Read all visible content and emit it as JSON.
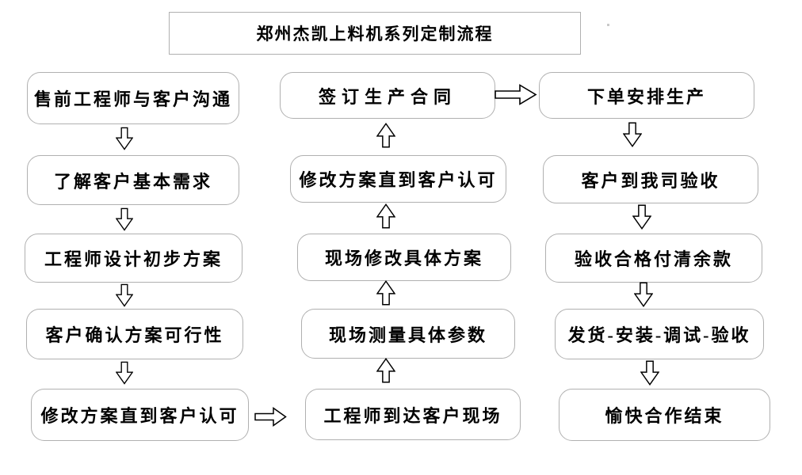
{
  "title": "郑州杰凯上料机系列定制流程",
  "flow": {
    "left": [
      "售前工程师与客户沟通",
      "了解客户基本需求",
      "工程师设计初步方案",
      "客户确认方案可行性",
      "修改方案直到客户认可"
    ],
    "middle": [
      "签订生产合同",
      "修改方案直到客户认可",
      "现场修改具体方案",
      "现场测量具体参数",
      "工程师到达客户现场"
    ],
    "right": [
      "下单安排生产",
      "客户到我司验收",
      "验收合格付清余款",
      "发货-安装-调试-验收",
      "愉快合作结束"
    ]
  },
  "icons": {
    "down_arrow": "arrow-down-icon",
    "up_arrow": "arrow-up-icon",
    "right_arrow": "arrow-right-icon"
  },
  "colors": {
    "background": "#ffffff",
    "box_border": "#b0b0b0",
    "text": "#000000",
    "arrow_outline": "#000000",
    "arrow_fill": "#ffffff"
  }
}
